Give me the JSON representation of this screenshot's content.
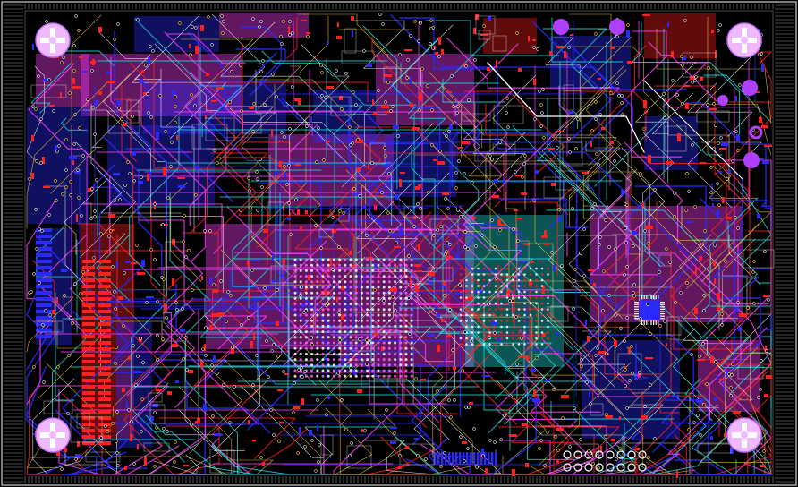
{
  "board": {
    "background": "#000000",
    "outline_color": "#d8d8d8",
    "layers": {
      "top_copper": "#ff2020",
      "bottom_copper": "#2a2aff",
      "inner_1": "#ff40ff",
      "inner_2": "#20e0e0",
      "silkscreen": "#ffffff",
      "pads": "#ff2020",
      "vias": "#c0c0c0",
      "keepout": "#9a30ff"
    },
    "mounting_holes": [
      "top-left",
      "top-right",
      "bottom-left",
      "bottom-right"
    ],
    "main_ic": "bga-grid-center",
    "secondary_ic": "qfp-right-center"
  }
}
